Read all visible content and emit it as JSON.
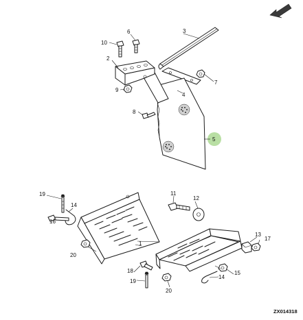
{
  "callouts": [
    {
      "id": "c1",
      "label": "1"
    },
    {
      "id": "c2",
      "label": "2"
    },
    {
      "id": "c3",
      "label": "3"
    },
    {
      "id": "c4",
      "label": "4"
    },
    {
      "id": "c5",
      "label": "5"
    },
    {
      "id": "c6",
      "label": "6"
    },
    {
      "id": "c7",
      "label": "7"
    },
    {
      "id": "c8",
      "label": "8"
    },
    {
      "id": "c9",
      "label": "9"
    },
    {
      "id": "c10",
      "label": "10"
    },
    {
      "id": "c11",
      "label": "11"
    },
    {
      "id": "c12",
      "label": "12"
    },
    {
      "id": "c13",
      "label": "13"
    },
    {
      "id": "c14a",
      "label": "14"
    },
    {
      "id": "c14b",
      "label": "14"
    },
    {
      "id": "c15",
      "label": "15"
    },
    {
      "id": "c16",
      "label": "16"
    },
    {
      "id": "c17",
      "label": "17"
    },
    {
      "id": "c18",
      "label": "18"
    },
    {
      "id": "c19a",
      "label": "19"
    },
    {
      "id": "c19b",
      "label": "19"
    },
    {
      "id": "c20a",
      "label": "20"
    },
    {
      "id": "c20b",
      "label": "20"
    }
  ],
  "figure_code": "ZX014318",
  "highlight_color": "#b9dfa4",
  "icons": {
    "direction": "arrow-icon"
  }
}
